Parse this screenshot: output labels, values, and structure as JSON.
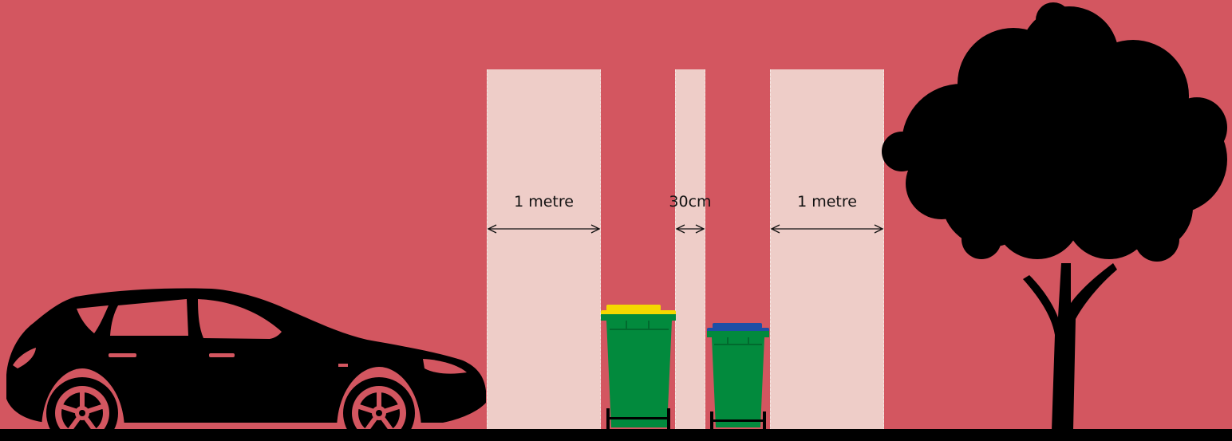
{
  "labels": {
    "left_gap": "1 metre",
    "middle_gap": "30cm",
    "right_gap": "1 metre"
  },
  "colors": {
    "background": "#d35660",
    "zone": "#eecdc8",
    "bin_body": "#028a3d",
    "recycling_lid": "#f5d800",
    "general_lid": "#1d4fa6",
    "silhouette": "#000000"
  },
  "icons": [
    "car-icon",
    "recycling-bin-icon",
    "general-waste-bin-icon",
    "tree-icon"
  ]
}
